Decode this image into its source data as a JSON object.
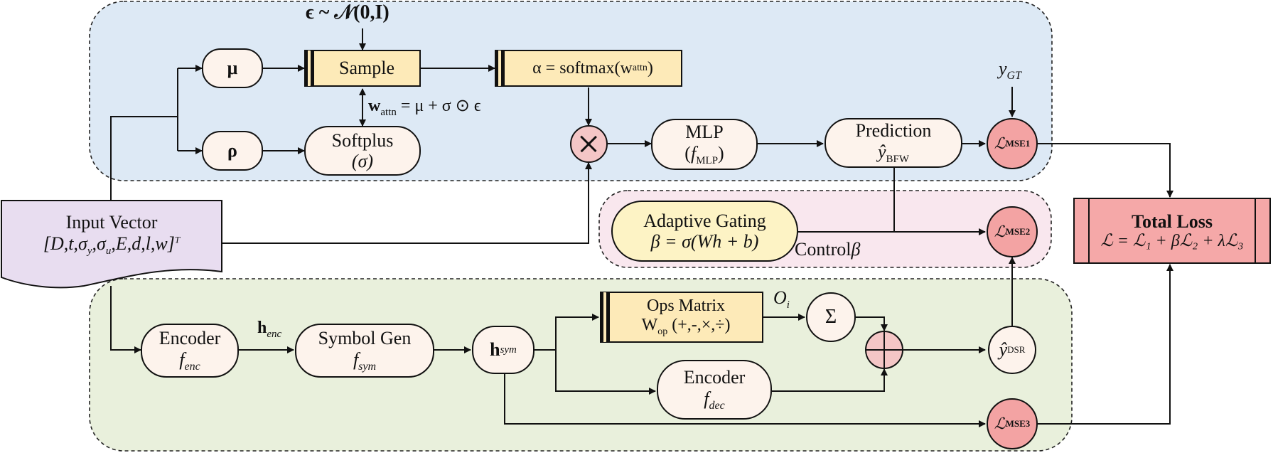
{
  "colors": {
    "bayesian_region": "#dde9f5",
    "gating_region": "#f9e7ee",
    "dsr_region": "#e9f0dc",
    "node_fill": "#fdf3ec",
    "sample_fill": "#fdeab8",
    "loss_fill": "#f3a3a3",
    "input_fill": "#e8ddf0"
  },
  "noise": {
    "label": "ϵ ~ 𝒩(0,I)"
  },
  "mu": {
    "label": "μ"
  },
  "rho": {
    "label": "ρ"
  },
  "sample": {
    "label": "Sample"
  },
  "weight_eq": {
    "lhs": "w",
    "lhs_sub": "attn",
    "rhs": "= μ + σ ⊙ ϵ"
  },
  "softplus": {
    "label": "Softplus",
    "sub": "(σ)"
  },
  "attention": {
    "label": "α = softmax(w",
    "sub": "attn",
    "suffix": ")"
  },
  "mlp": {
    "label": "MLP",
    "fn": "f",
    "fn_sub": "MLP"
  },
  "prediction": {
    "label": "Prediction",
    "symbol": "ŷ",
    "sub": "BFW"
  },
  "y_gt": {
    "label": "y",
    "sub": "GT"
  },
  "loss1": {
    "symbol": "ℒ",
    "sub": "MSE1"
  },
  "loss2": {
    "symbol": "ℒ",
    "sub": "MSE2"
  },
  "loss3": {
    "symbol": "ℒ",
    "sub": "MSE3"
  },
  "input": {
    "title": "Input Vector",
    "vector": "[D,t,σ",
    "v_sub1": "y",
    "v_mid": ",σ",
    "v_sub2": "u",
    "v_tail": ",E,d,l,w]",
    "v_sup": "T"
  },
  "gating": {
    "title": "Adaptive Gating",
    "formula": "β = σ(Wh + b)"
  },
  "control": {
    "label": "Control",
    "symbol": "β"
  },
  "total_loss": {
    "title": "Total Loss",
    "formula": "ℒ = ℒ₁ + βℒ₂ + λℒ₃"
  },
  "encoder1": {
    "label": "Encoder",
    "fn": "f",
    "fn_sub": "enc"
  },
  "h_enc": {
    "label": "h",
    "sub": "enc"
  },
  "symbol_gen": {
    "label": "Symbol Gen",
    "fn": "f",
    "fn_sub": "sym"
  },
  "h_sym": {
    "label": "h",
    "sub": "sym"
  },
  "ops_matrix": {
    "label": "Ops Matrix",
    "w": "W",
    "w_sub": "op",
    "ops": "(+,-,×,÷)"
  },
  "o_i": {
    "label": "O",
    "sub": "i"
  },
  "sigma_sum": {
    "label": "Σ"
  },
  "encoder2": {
    "label": "Encoder",
    "fn": "f",
    "fn_sub": "dec"
  },
  "y_dsr": {
    "symbol": "ŷ",
    "sub": "DSR"
  }
}
